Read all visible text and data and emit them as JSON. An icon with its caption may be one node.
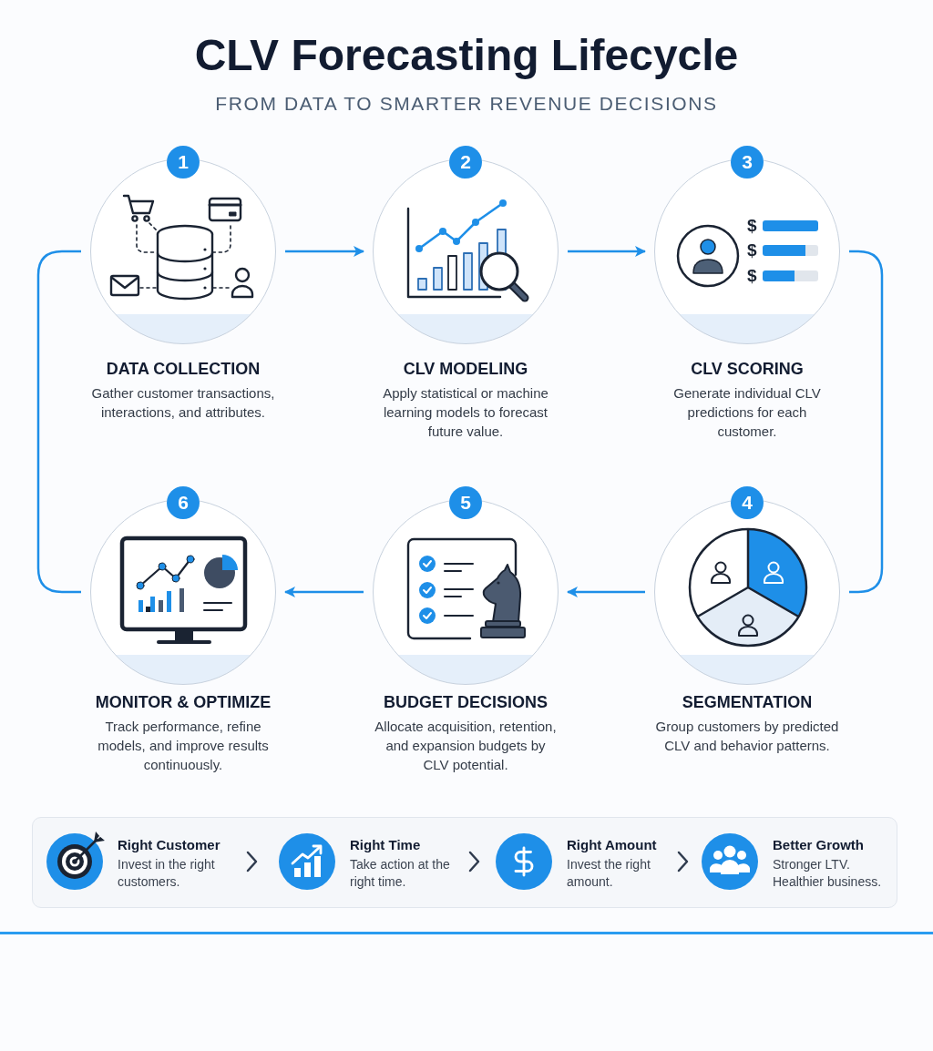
{
  "diagram": {
    "title": "CLV Forecasting Lifecycle",
    "nodes": [
      {
        "text": [
          "1",
          "DATA COLLECTION",
          "Gather customer transactions, interactions, and attributes."
        ]
      },
      {
        "text": [
          "2",
          "CLV MODELING",
          "Apply statistical or machine learning models to forecast future value."
        ]
      },
      {
        "text": [
          "3",
          "$",
          "$",
          "$",
          "CLV SCORING",
          "Generate individual CLV predictions for each customer."
        ]
      },
      {
        "text": [
          "4",
          "SEGMENTATION",
          "Group customers by predicted CLV and behavior patterns."
        ]
      },
      {
        "text": [
          "5",
          "BUDGET DECISIONS",
          "Allocate acquisition, retention, and expansion budgets by CLV potential."
        ]
      },
      {
        "text": [
          "6",
          "MONITOR & OPTIMIZE",
          "Track performance, refine models, and improve results continuously."
        ]
      },
      {
        "text": [
          "Right Customer",
          "Invest in the right customers."
        ]
      },
      {
        "text": [
          "Right Time",
          "Take action at the right time."
        ]
      },
      {
        "text": [
          "Right Amount",
          "Invest the right amount."
        ]
      },
      {
        "text": [
          "Better Growth",
          "Stronger LTV. Healthier business."
        ]
      }
    ],
    "edges": [
      {
        "from": 0,
        "to": 1,
        "arrow": "to"
      },
      {
        "from": 1,
        "to": 2,
        "arrow": "to"
      },
      {
        "from": 2,
        "to": 3,
        "arrow": "none"
      },
      {
        "from": 3,
        "to": 4,
        "arrow": "to"
      },
      {
        "from": 4,
        "to": 5,
        "arrow": "to"
      },
      {
        "from": 5,
        "to": 0,
        "arrow": "none"
      },
      {
        "from": 6,
        "to": 7,
        "arrow": "to",
        "color": "#2f3b4e"
      },
      {
        "from": 7,
        "to": 8,
        "arrow": "to",
        "color": "#2f3b4e"
      },
      {
        "from": 8,
        "to": 9,
        "arrow": "to",
        "color": "#2f3b4e"
      }
    ],
    "labels": [
      "FROM DATA TO SMARTER REVENUE DECISIONS"
    ]
  }
}
